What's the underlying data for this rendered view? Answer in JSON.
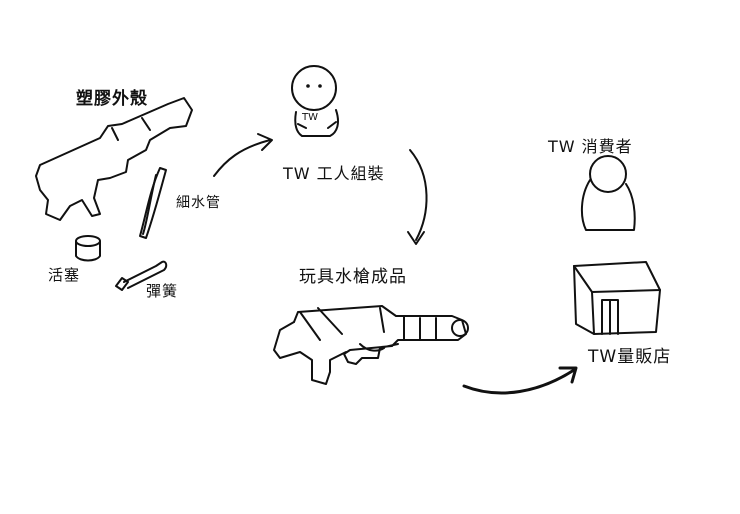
{
  "labels": {
    "plastic_shell": "塑膠外殼",
    "worker_assembly": "TW 工人組裝",
    "consumer": "TW 消費者",
    "thin_tube": "細水管",
    "piston": "活塞",
    "spring": "彈簧",
    "finished_product": "玩具水槍成品",
    "retail_store": "TW量販店",
    "worker_shirt": "TW"
  }
}
